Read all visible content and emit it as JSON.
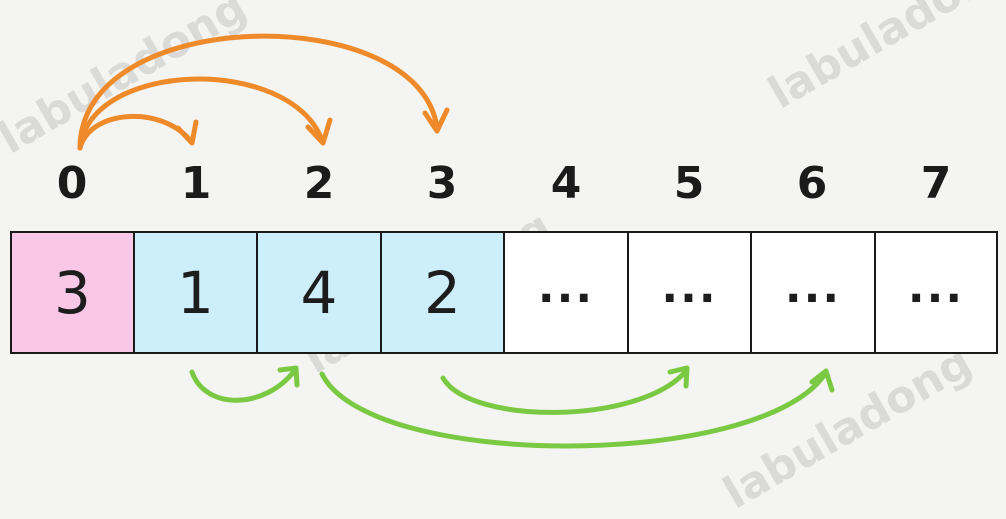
{
  "indices": [
    "0",
    "1",
    "2",
    "3",
    "4",
    "5",
    "6",
    "7"
  ],
  "cells": [
    "3",
    "1",
    "4",
    "2",
    "...",
    "...",
    "...",
    "..."
  ],
  "watermark": "labuladong",
  "colors": {
    "pink": "#f8c8e6",
    "blue": "#cdeffb",
    "white": "#ffffff",
    "orange_arrow": "#ef8a2a",
    "green_arrow": "#7ac943"
  }
}
